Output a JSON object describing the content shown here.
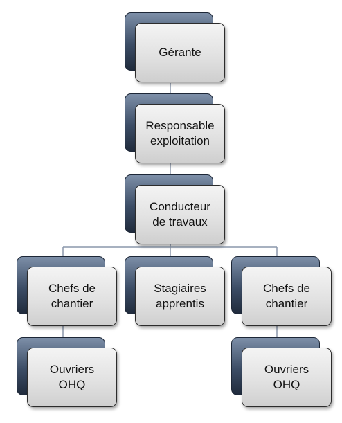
{
  "diagram": {
    "nodes": {
      "gerante": "Gérante",
      "responsable": "Responsable\nexploitation",
      "conducteur": "Conducteur\nde travaux",
      "chefs_left": "Chefs de\nchantier",
      "stagiaires": "Stagiaires\napprentis",
      "chefs_right": "Chefs de\nchantier",
      "ouvriers_left": "Ouvriers\nOHQ",
      "ouvriers_right": "Ouvriers\nOHQ"
    },
    "colors": {
      "back_card": "#3c4d66",
      "front_card": "#e0e0e0",
      "connector": "#8a97ab",
      "text": "#111111"
    }
  }
}
